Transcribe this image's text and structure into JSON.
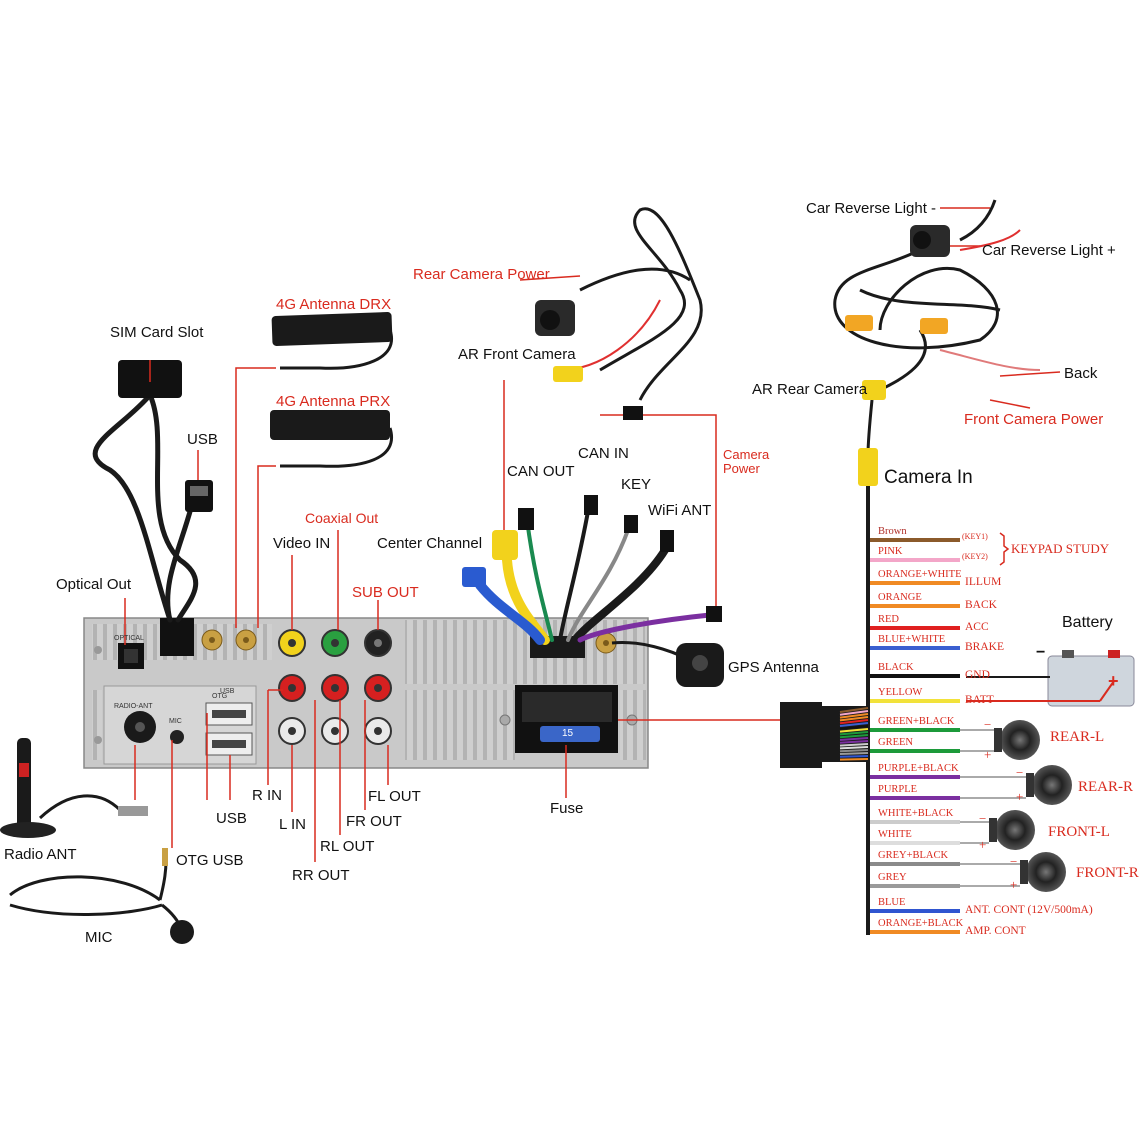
{
  "labels": {
    "sim_card_slot": "SIM Card Slot",
    "usb_top": "USB",
    "optical_out": "Optical Out",
    "radio_ant": "Radio ANT",
    "mic": "MIC",
    "otg_usb": "OTG USB",
    "usb_bottom": "USB",
    "antenna_drx": "4G Antenna DRX",
    "antenna_prx": "4G Antenna PRX",
    "video_in": "Video IN",
    "coaxial_out": "Coaxial Out",
    "sub_out": "SUB OUT",
    "r_in": "R IN",
    "l_in": "L IN",
    "rr_out": "RR OUT",
    "rl_out": "RL OUT",
    "fr_out": "FR OUT",
    "fl_out": "FL OUT",
    "rear_camera_power": "Rear Camera Power",
    "ar_front_camera": "AR Front Camera",
    "can_out": "CAN OUT",
    "can_in": "CAN IN",
    "key": "KEY",
    "wifi_ant": "WiFi ANT",
    "center_channel": "Center Channel",
    "camera_power": "Camera Power",
    "gps_antenna": "GPS Antenna",
    "fuse": "Fuse",
    "car_reverse_minus": "Car Reverse Light -",
    "car_reverse_plus": "Car Reverse Light +",
    "ar_rear_camera": "AR Rear Camera",
    "back": "Back",
    "front_camera_power": "Front Camera Power",
    "camera_in": "Camera In",
    "battery": "Battery",
    "keypad_study": "KEYPAD STUDY",
    "key1": "(KEY1)",
    "key2": "(KEY2)"
  },
  "panel_text": {
    "optical": "OPTICAL",
    "otg": "OTG",
    "usb": "USB",
    "radio_ant": "RADIO-ANT",
    "mic": "MIC",
    "fuse_value": "15"
  },
  "wires": [
    {
      "name": "Brown",
      "color": "#8B5A2B",
      "text_color": "#b0302a",
      "function": ""
    },
    {
      "name": "PINK",
      "color": "#f3a6c8",
      "text_color": "#d92b1f",
      "function": ""
    },
    {
      "name": "ORANGE+WHITE",
      "color": "#f08a24",
      "text_color": "#d92b1f",
      "function": "ILLUM"
    },
    {
      "name": "ORANGE",
      "color": "#f08a24",
      "text_color": "#d92b1f",
      "function": "BACK"
    },
    {
      "name": "RED",
      "color": "#e02020",
      "text_color": "#d92b1f",
      "function": "ACC"
    },
    {
      "name": "BLUE+WHITE",
      "color": "#3a5fd0",
      "text_color": "#d92b1f",
      "function": "BRAKE"
    },
    {
      "name": "BLACK",
      "color": "#111111",
      "text_color": "#d92b1f",
      "function": "GND"
    },
    {
      "name": "YELLOW",
      "color": "#f2e23a",
      "text_color": "#d92b1f",
      "function": "BATT"
    },
    {
      "name": "GREEN+BLACK",
      "color": "#1c9a3a",
      "text_color": "#d92b1f",
      "function": ""
    },
    {
      "name": "GREEN",
      "color": "#1c9a3a",
      "text_color": "#d92b1f",
      "function": ""
    },
    {
      "name": "PURPLE+BLACK",
      "color": "#7b2fa0",
      "text_color": "#d92b1f",
      "function": ""
    },
    {
      "name": "PURPLE",
      "color": "#7b2fa0",
      "text_color": "#d92b1f",
      "function": ""
    },
    {
      "name": "WHITE+BLACK",
      "color": "#cccccc",
      "text_color": "#d92b1f",
      "function": ""
    },
    {
      "name": "WHITE",
      "color": "#dddddd",
      "text_color": "#d92b1f",
      "function": ""
    },
    {
      "name": "GREY+BLACK",
      "color": "#8a8a8a",
      "text_color": "#d92b1f",
      "function": ""
    },
    {
      "name": "GREY",
      "color": "#9a9a9a",
      "text_color": "#d92b1f",
      "function": ""
    },
    {
      "name": "BLUE",
      "color": "#2f55d0",
      "text_color": "#d92b1f",
      "function": "ANT. CONT (12V/500mA)"
    },
    {
      "name": "ORANGE+BLACK",
      "color": "#f08a24",
      "text_color": "#d92b1f",
      "function": "AMP. CONT"
    }
  ],
  "speakers": [
    {
      "label": "REAR-L",
      "minus": "−",
      "plus": "+"
    },
    {
      "label": "REAR-R",
      "minus": "−",
      "plus": "+"
    },
    {
      "label": "FRONT-L",
      "minus": "−",
      "plus": "+"
    },
    {
      "label": "FRONT-R",
      "minus": "−",
      "plus": "+"
    }
  ],
  "battery_terminals": {
    "minus": "−",
    "plus": "+"
  },
  "colors": {
    "accent_red": "#d92b1f",
    "panel": "#c8c8c8",
    "cable": "#1a1a1a",
    "rca_yellow": "#f2d21c",
    "rca_red": "#d62020",
    "rca_green": "#2aa040"
  }
}
